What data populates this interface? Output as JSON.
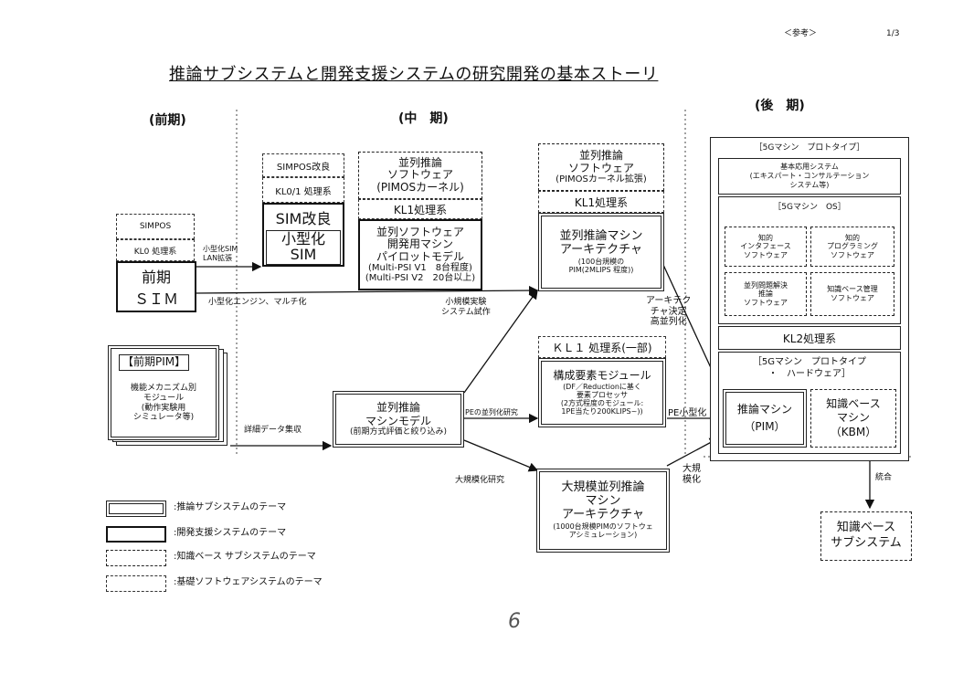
{
  "header": {
    "ref": "＜参考＞",
    "page": "1/3"
  },
  "title": "推論サブシステムと開発支援システムの研究開発の基本ストーリ",
  "periods": {
    "early": "(前期)",
    "middle": "(中　期)",
    "late": "(後　期)"
  },
  "early": {
    "simpos": "SIMPOS",
    "kl0": "KL0 処理系",
    "sim_line1": "前期",
    "sim_line2": "ＳＩＭ",
    "pim_title": "【前期PIM】",
    "pim_body": [
      "機能メカニズム別",
      "モジュール",
      "(動作実験用",
      "シミュレータ等)"
    ]
  },
  "middle": {
    "simpos_kairyo": "SIMPOS改良",
    "kl01": "KL0/1 処理系",
    "sim_kairyo": "SIM改良",
    "kogata_sim": [
      "小型化",
      "SIM"
    ],
    "sw_top": [
      "並列推論",
      "ソフトウェア",
      "(PIMOSカーネル)"
    ],
    "kl1_a": "KL1処理系",
    "pilot": [
      "並列ソフトウェア",
      "開発用マシン",
      "パイロットモデル",
      "(Multi-PSI V1　8台程度)",
      "(Multi-PSI V2　20台以上)"
    ],
    "sw_top2": [
      "並列推論",
      "ソフトウェア",
      "(PIMOSカーネル拡張)"
    ],
    "kl1_b": "KL1処理系",
    "arch": [
      "並列推論マシン",
      "アーキテクチャ",
      "(100台規模の",
      "PIM(2MLIPS 程度))"
    ],
    "model": [
      "並列推論",
      "マシンモデル",
      "(前期方式評価と絞り込み)"
    ],
    "kl1_part": "ＫＬ１ 処理系(一部)",
    "module": [
      "構成要素モジュール",
      "(DF／Reductionに基く",
      "要素プロセッサ",
      "(2方式程度のモジュール:",
      "1PE当たり200KLIPS~))"
    ],
    "large": [
      "大規模並列推論",
      "マシン",
      "アーキテクチャ",
      "(1000台規模PIMのソフトウェ",
      "アシミュレーション)"
    ]
  },
  "late": {
    "proto": "［5Gマシン　プロトタイプ］",
    "app": [
      "基本応用システム",
      "(エキスパート・コンサルテーション",
      "システム等)"
    ],
    "os": "［5Gマシン　OS］",
    "cells": [
      [
        "知的",
        "インタフェース",
        "ソフトウェア"
      ],
      [
        "知的",
        "プログラミング",
        "ソフトウェア"
      ],
      [
        "並列問題解決",
        "推論",
        "ソフトウェア"
      ],
      [
        "知識ベース管理",
        "ソフトウェア"
      ]
    ],
    "kl2": "KL2処理系",
    "hw": [
      "［5Gマシン　プロトタイプ",
      "・　ハードウェア］"
    ],
    "infer": [
      "推論マシン",
      "（PIM）"
    ],
    "kbm": [
      "知識ベース",
      "マシン",
      "（KBM）"
    ],
    "ks": [
      "知識ベース",
      "サブシステム"
    ]
  },
  "arrows": {
    "kogata_lan": [
      "小型化SIM",
      "LAN拡張"
    ],
    "kogata_engine": "小型化エンジン、マルチ化",
    "small_exp": [
      "小規模実験",
      "システム試作"
    ],
    "arch_decide": [
      "アーキテク",
      "チャ決定",
      "高並列化"
    ],
    "detail": "詳細データ集収",
    "pe_study": "PEの並列化研究",
    "pe_small": "PE小型化",
    "large_study": "大規模化研究",
    "large_scale": [
      "大規",
      "模化"
    ],
    "integrate": "統合"
  },
  "legend": [
    ":推論サブシステムのテーマ",
    ":開発支援システムのテーマ",
    ":知識ベース サブシステムのテーマ",
    ":基礎ソフトウェアシステムのテーマ"
  ],
  "page_number": "6"
}
